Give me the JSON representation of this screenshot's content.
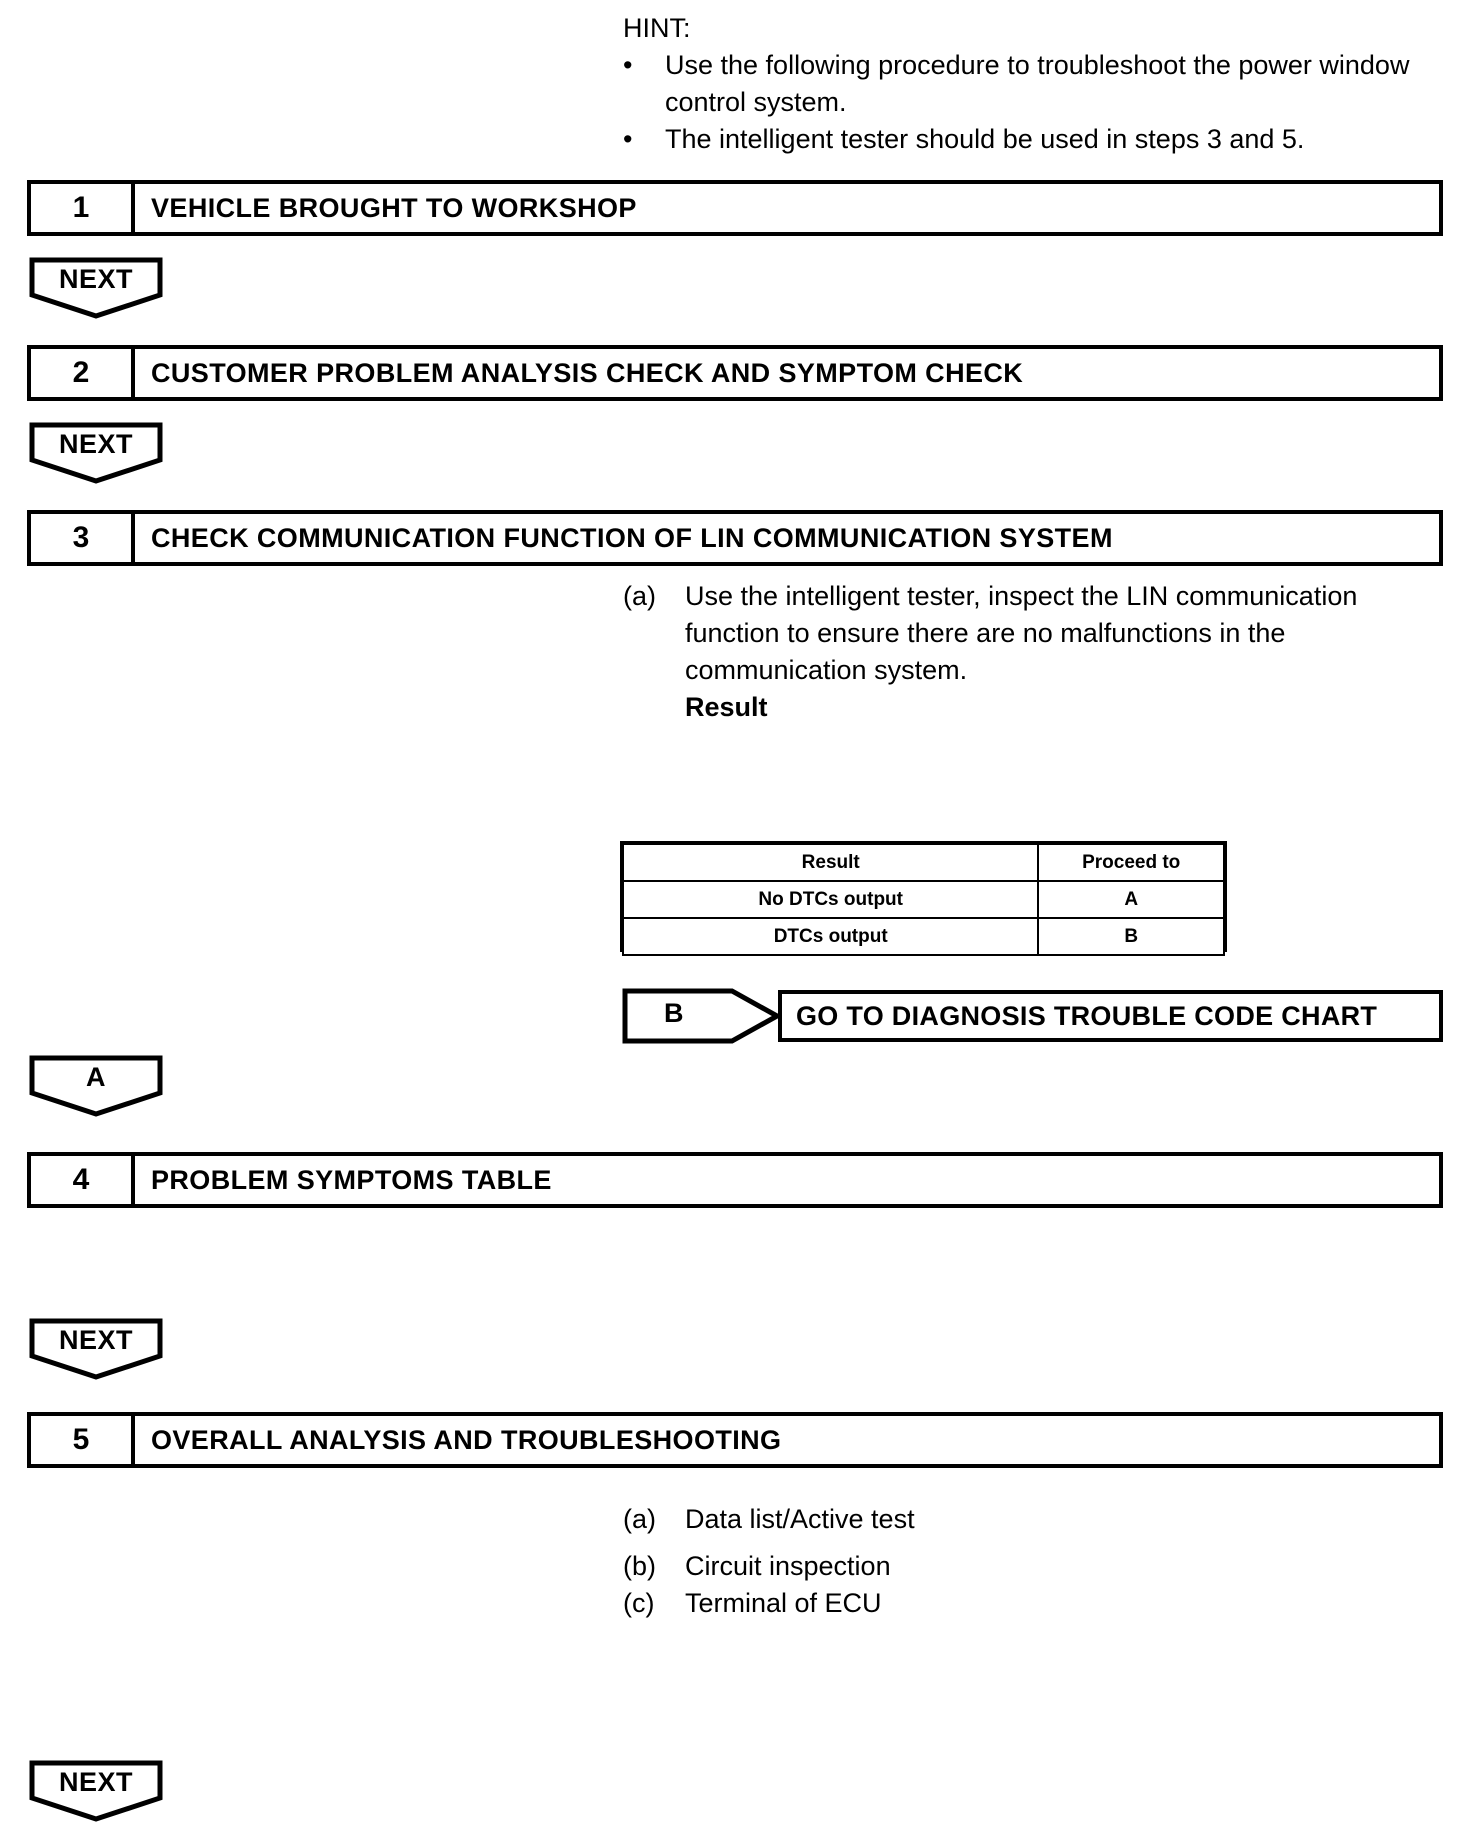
{
  "hint": {
    "title": "HINT:",
    "bullet_glyph": "•",
    "items": [
      "Use the following procedure to troubleshoot the power window control system.",
      "The intelligent tester should be used in steps 3 and 5."
    ]
  },
  "connectors": {
    "next_label": "NEXT",
    "a_label": "A",
    "b_label": "B"
  },
  "steps": [
    {
      "number": "1",
      "title": "VEHICLE BROUGHT TO WORKSHOP"
    },
    {
      "number": "2",
      "title": "CUSTOMER PROBLEM ANALYSIS CHECK AND SYMPTOM CHECK"
    },
    {
      "number": "3",
      "title": "CHECK COMMUNICATION FUNCTION OF LIN COMMUNICATION SYSTEM"
    },
    {
      "number": "4",
      "title": "PROBLEM SYMPTOMS TABLE"
    },
    {
      "number": "5",
      "title": "OVERALL ANALYSIS AND TROUBLESHOOTING"
    }
  ],
  "step3_procedure": {
    "marker": "(a)",
    "text": "Use the intelligent tester, inspect the LIN communication function to ensure there are no malfunctions in the communication system.",
    "subheading": "Result"
  },
  "result_table": {
    "headers": [
      "Result",
      "Proceed to"
    ],
    "rows": [
      [
        "No DTCs output",
        "A"
      ],
      [
        "DTCs output",
        "B"
      ]
    ]
  },
  "goto_box": {
    "label": "GO TO DIAGNOSIS TROUBLE CODE CHART"
  },
  "step5_procedures": [
    {
      "marker": "(a)",
      "text": "Data list/Active test"
    },
    {
      "marker": "(b)",
      "text": "Circuit inspection"
    },
    {
      "marker": "(c)",
      "text": "Terminal of ECU"
    }
  ]
}
